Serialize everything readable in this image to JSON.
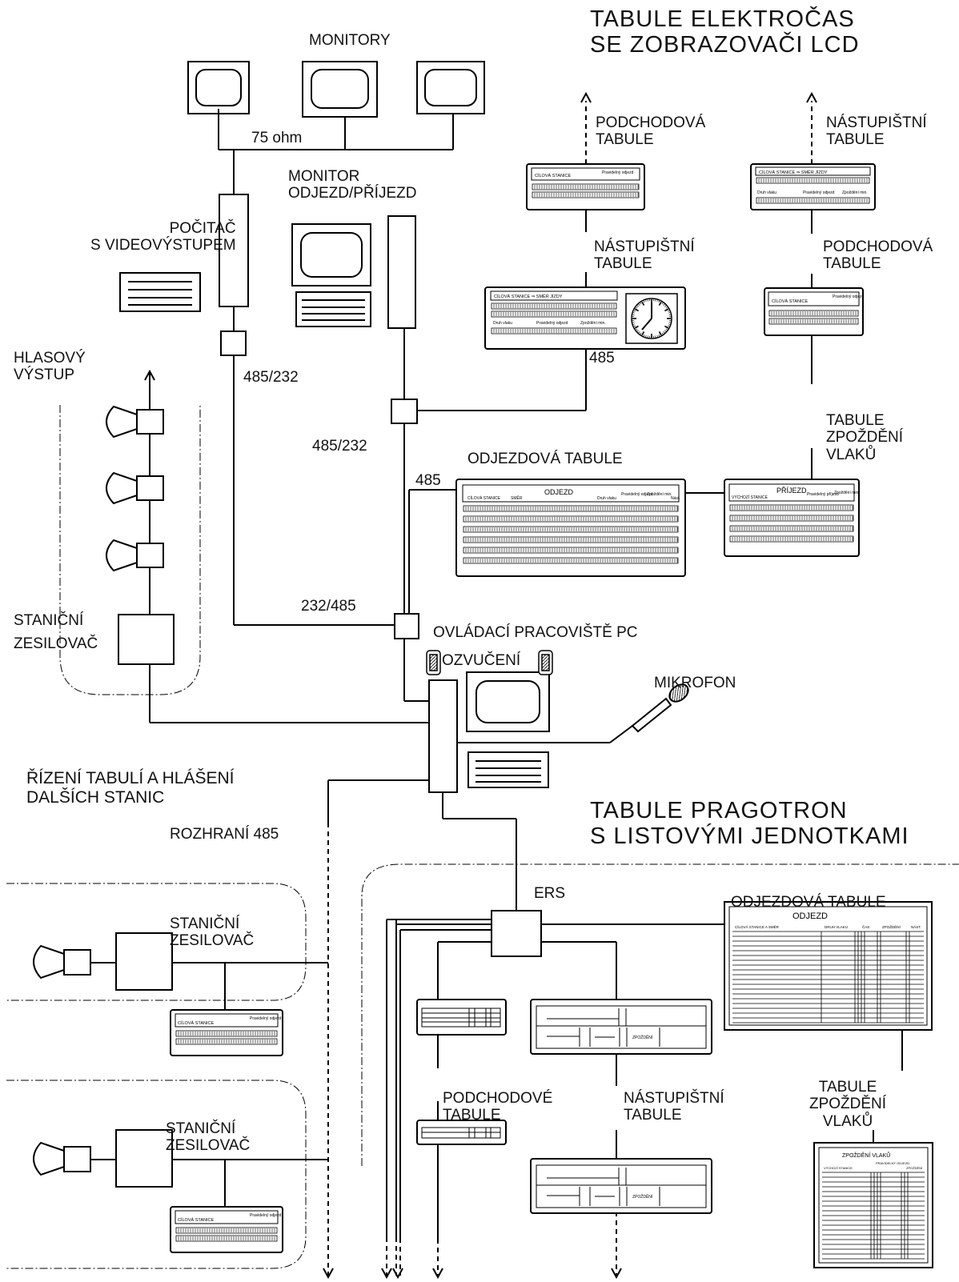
{
  "lcd_section": {
    "title_line1": "TABULE  ELEKTROČAS",
    "title_line2": "SE  ZOBRAZOVAČI  LCD"
  },
  "pragotron_section": {
    "title_line1": "TABULE  PRAGOTRON",
    "title_line2": "S  LISTOVÝMI  JEDNOTKAMI"
  },
  "labels": {
    "monitory": "MONITORY",
    "ohm": "75 ohm",
    "pocitac_1": "POČITAČ",
    "pocitac_2": "S VIDEOVÝSTUPEM",
    "monitor_1": "MONITOR",
    "monitor_2": "ODJEZD/PŘÍJEZD",
    "podchodova_top_1": "PODCHODOVÁ",
    "podchodova_top_2": "TABULE",
    "nastupistni_top_1": "NÁSTUPIŠTNÍ",
    "nastupistni_top_2": "TABULE",
    "nastupistni_mid_1": "NÁSTUPIŠTNÍ",
    "nastupistni_mid_2": "TABULE",
    "podchodova_mid_1": "PODCHODOVÁ",
    "podchodova_mid_2": "TABULE",
    "hlasovy_1": "HLASOVÝ",
    "hlasovy_2": "VÝSTUP",
    "bus_485_232_a": "485/232",
    "bus_485_232_b": "485/232",
    "bus_485_a": "485",
    "bus_485_b": "485",
    "bus_232_485": "232/485",
    "zpozdeni_top_1": "TABULE",
    "zpozdeni_top_2": "ZPOŽDĚNÍ",
    "zpozdeni_top_3": "VLAKŮ",
    "odjezdova_lcd": "ODJEZDOVÁ TABULE",
    "stanicni_1": "STANIČNÍ",
    "stanicni_2": "ZESILOVAČ",
    "ovladaci": "OVLÁDACÍ PRACOVIŠTĚ PC",
    "ozvuceni": "OZVUČENÍ",
    "mikrofon": "MIKROFON",
    "rizeni_1": "ŘÍZENÍ TABULÍ A HLÁŠENÍ",
    "rizeni_2": "DALŠÍCH STANIC",
    "rozhrani": "ROZHRANÍ 485",
    "ers": "ERS",
    "odjezdova_prag": "ODJEZDOVÁ TABULE",
    "stanicni_b1_1": "STANIČNÍ",
    "stanicni_b1_2": "ZESILOVAČ",
    "stanicni_b2_1": "STANIČNÍ",
    "stanicni_b2_2": "ZESILOVAČ",
    "podchodove_1": "PODCHODOVÉ",
    "podchodove_2": "TABULE",
    "nastupistni_bot_1": "NÁSTUPIŠTNÍ",
    "nastupistni_bot_2": "TABULE",
    "zpozdeni_bot_1": "TABULE",
    "zpozdeni_bot_2": "ZPOŽDĚNÍ",
    "zpozdeni_bot_3": "VLAKŮ"
  },
  "board_text": {
    "cilova_stanice": "CÍLOVÁ STANICE",
    "cilova_stanice_smer": "CÍLOVÁ STANICE ⇒ SMĚR JÍZDY",
    "pravidelny_odjezd": "Pravidelný odjezd",
    "druh_vlaku": "Druh vlaku",
    "zpozdeni_min": "Zpoždění min.",
    "odjezd": "ODJEZD",
    "prijezd": "PŘÍJEZD",
    "smer": "SMĚR",
    "vychozi_stanice": "VÝCHOZÍ STANICE",
    "pravidelny_prijezd": "Pravidelný příjezd",
    "zpozdeni_min_short": "Zpoždění min.",
    "nast": "Nást.",
    "cas": "ČAS",
    "zpozdeni_caps": "ZPOŽDĚNÍ",
    "zpozdeni_vlaku": "ZPOŽDĚNÍ VLAKŮ",
    "cilova_stanice_a_smer": "CÍLOVÁ STANICE A SMĚR",
    "druh_vlaku_caps": "DRUH VLAKU",
    "nast_caps": "NÁST.",
    "vychozi_stanice_caps": "VÝCHOZÍ STANICE",
    "pravidelny_odjezd_caps": "PRAVIDELNÝ ODJEZD"
  },
  "colors": {
    "ink": "#000000",
    "background": "#ffffff"
  }
}
